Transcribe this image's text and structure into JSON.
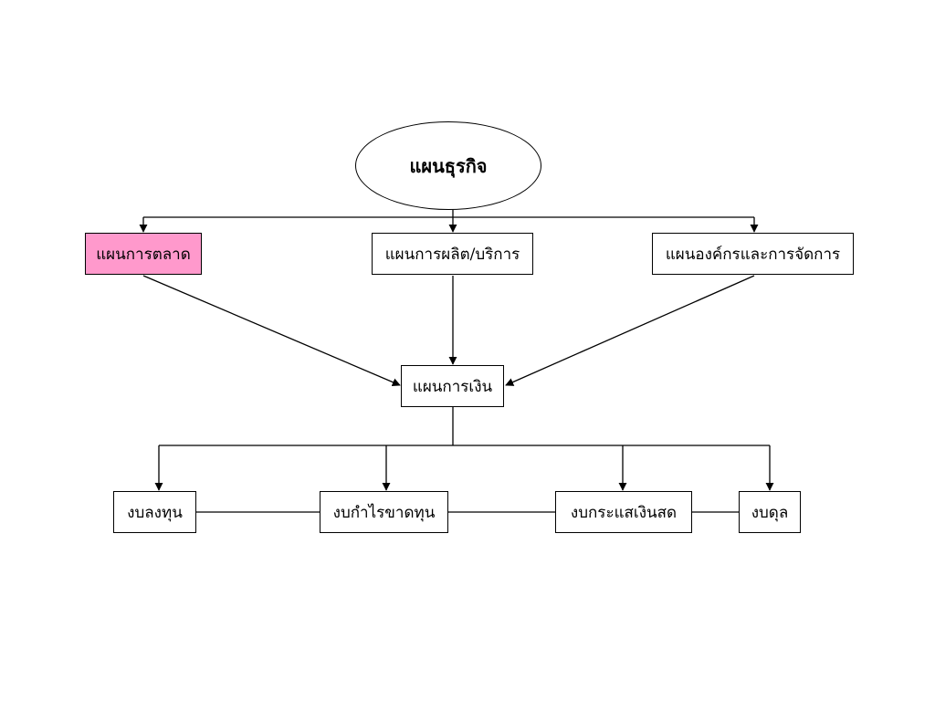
{
  "diagram": {
    "root": {
      "label": "แผนธุรกิจ"
    },
    "plans": [
      {
        "label": "แผนการตลาด",
        "highlighted": true,
        "fill": "#ff99cc"
      },
      {
        "label": "แผนการผลิต/บริการ",
        "highlighted": false
      },
      {
        "label": "แผนองค์กรและการจัดการ",
        "highlighted": false
      }
    ],
    "finance": {
      "label": "แผนการเงิน"
    },
    "statements": [
      {
        "label": "งบลงทุน"
      },
      {
        "label": "งบกำไรขาดทุน"
      },
      {
        "label": "งบกระแสเงินสด"
      },
      {
        "label": "งบดุล"
      }
    ]
  }
}
